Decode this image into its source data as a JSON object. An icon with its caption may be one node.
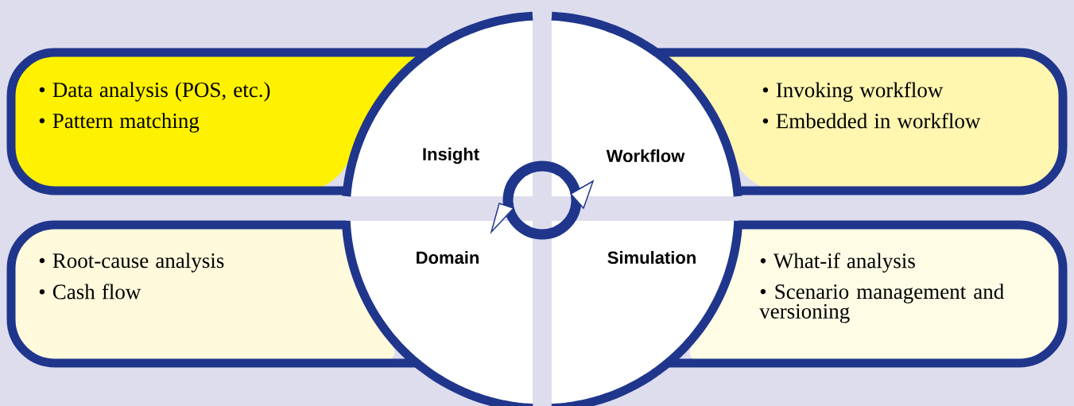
{
  "diagram": {
    "nodes": [
      {
        "text": [
          "• Data analysis (POS, etc.)",
          "• Pattern matching"
        ]
      },
      {
        "text": [
          "Insight"
        ]
      },
      {
        "text": [
          "Workflow"
        ]
      },
      {
        "text": [
          "• Invoking workflow",
          "• Embedded in workflow"
        ]
      },
      {
        "text": [
          "• Root-cause analysis",
          "• Cash flow"
        ]
      },
      {
        "text": [
          "Domain"
        ]
      },
      {
        "text": [
          "Simulation"
        ]
      },
      {
        "text": [
          "• What-if analysis",
          "• Scenario management and versioning"
        ]
      }
    ]
  }
}
